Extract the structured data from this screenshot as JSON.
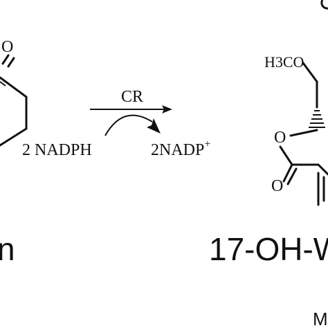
{
  "reaction": {
    "enzyme": "CR",
    "cofactor_in": "2 NADPH",
    "cofactor_out": "2NADP",
    "cofactor_out_charge": "+"
  },
  "substrate": {
    "name_fragment": "n",
    "atoms": {
      "carbonyl_o": "O"
    }
  },
  "product": {
    "name_fragment": "17-OH-W",
    "substituent": "H3CO",
    "atoms": {
      "ring_o": "O",
      "carbonyl_o": "O"
    },
    "footer_fragment": "M"
  },
  "colors": {
    "ink": "#111111",
    "background": "#ffffff"
  }
}
